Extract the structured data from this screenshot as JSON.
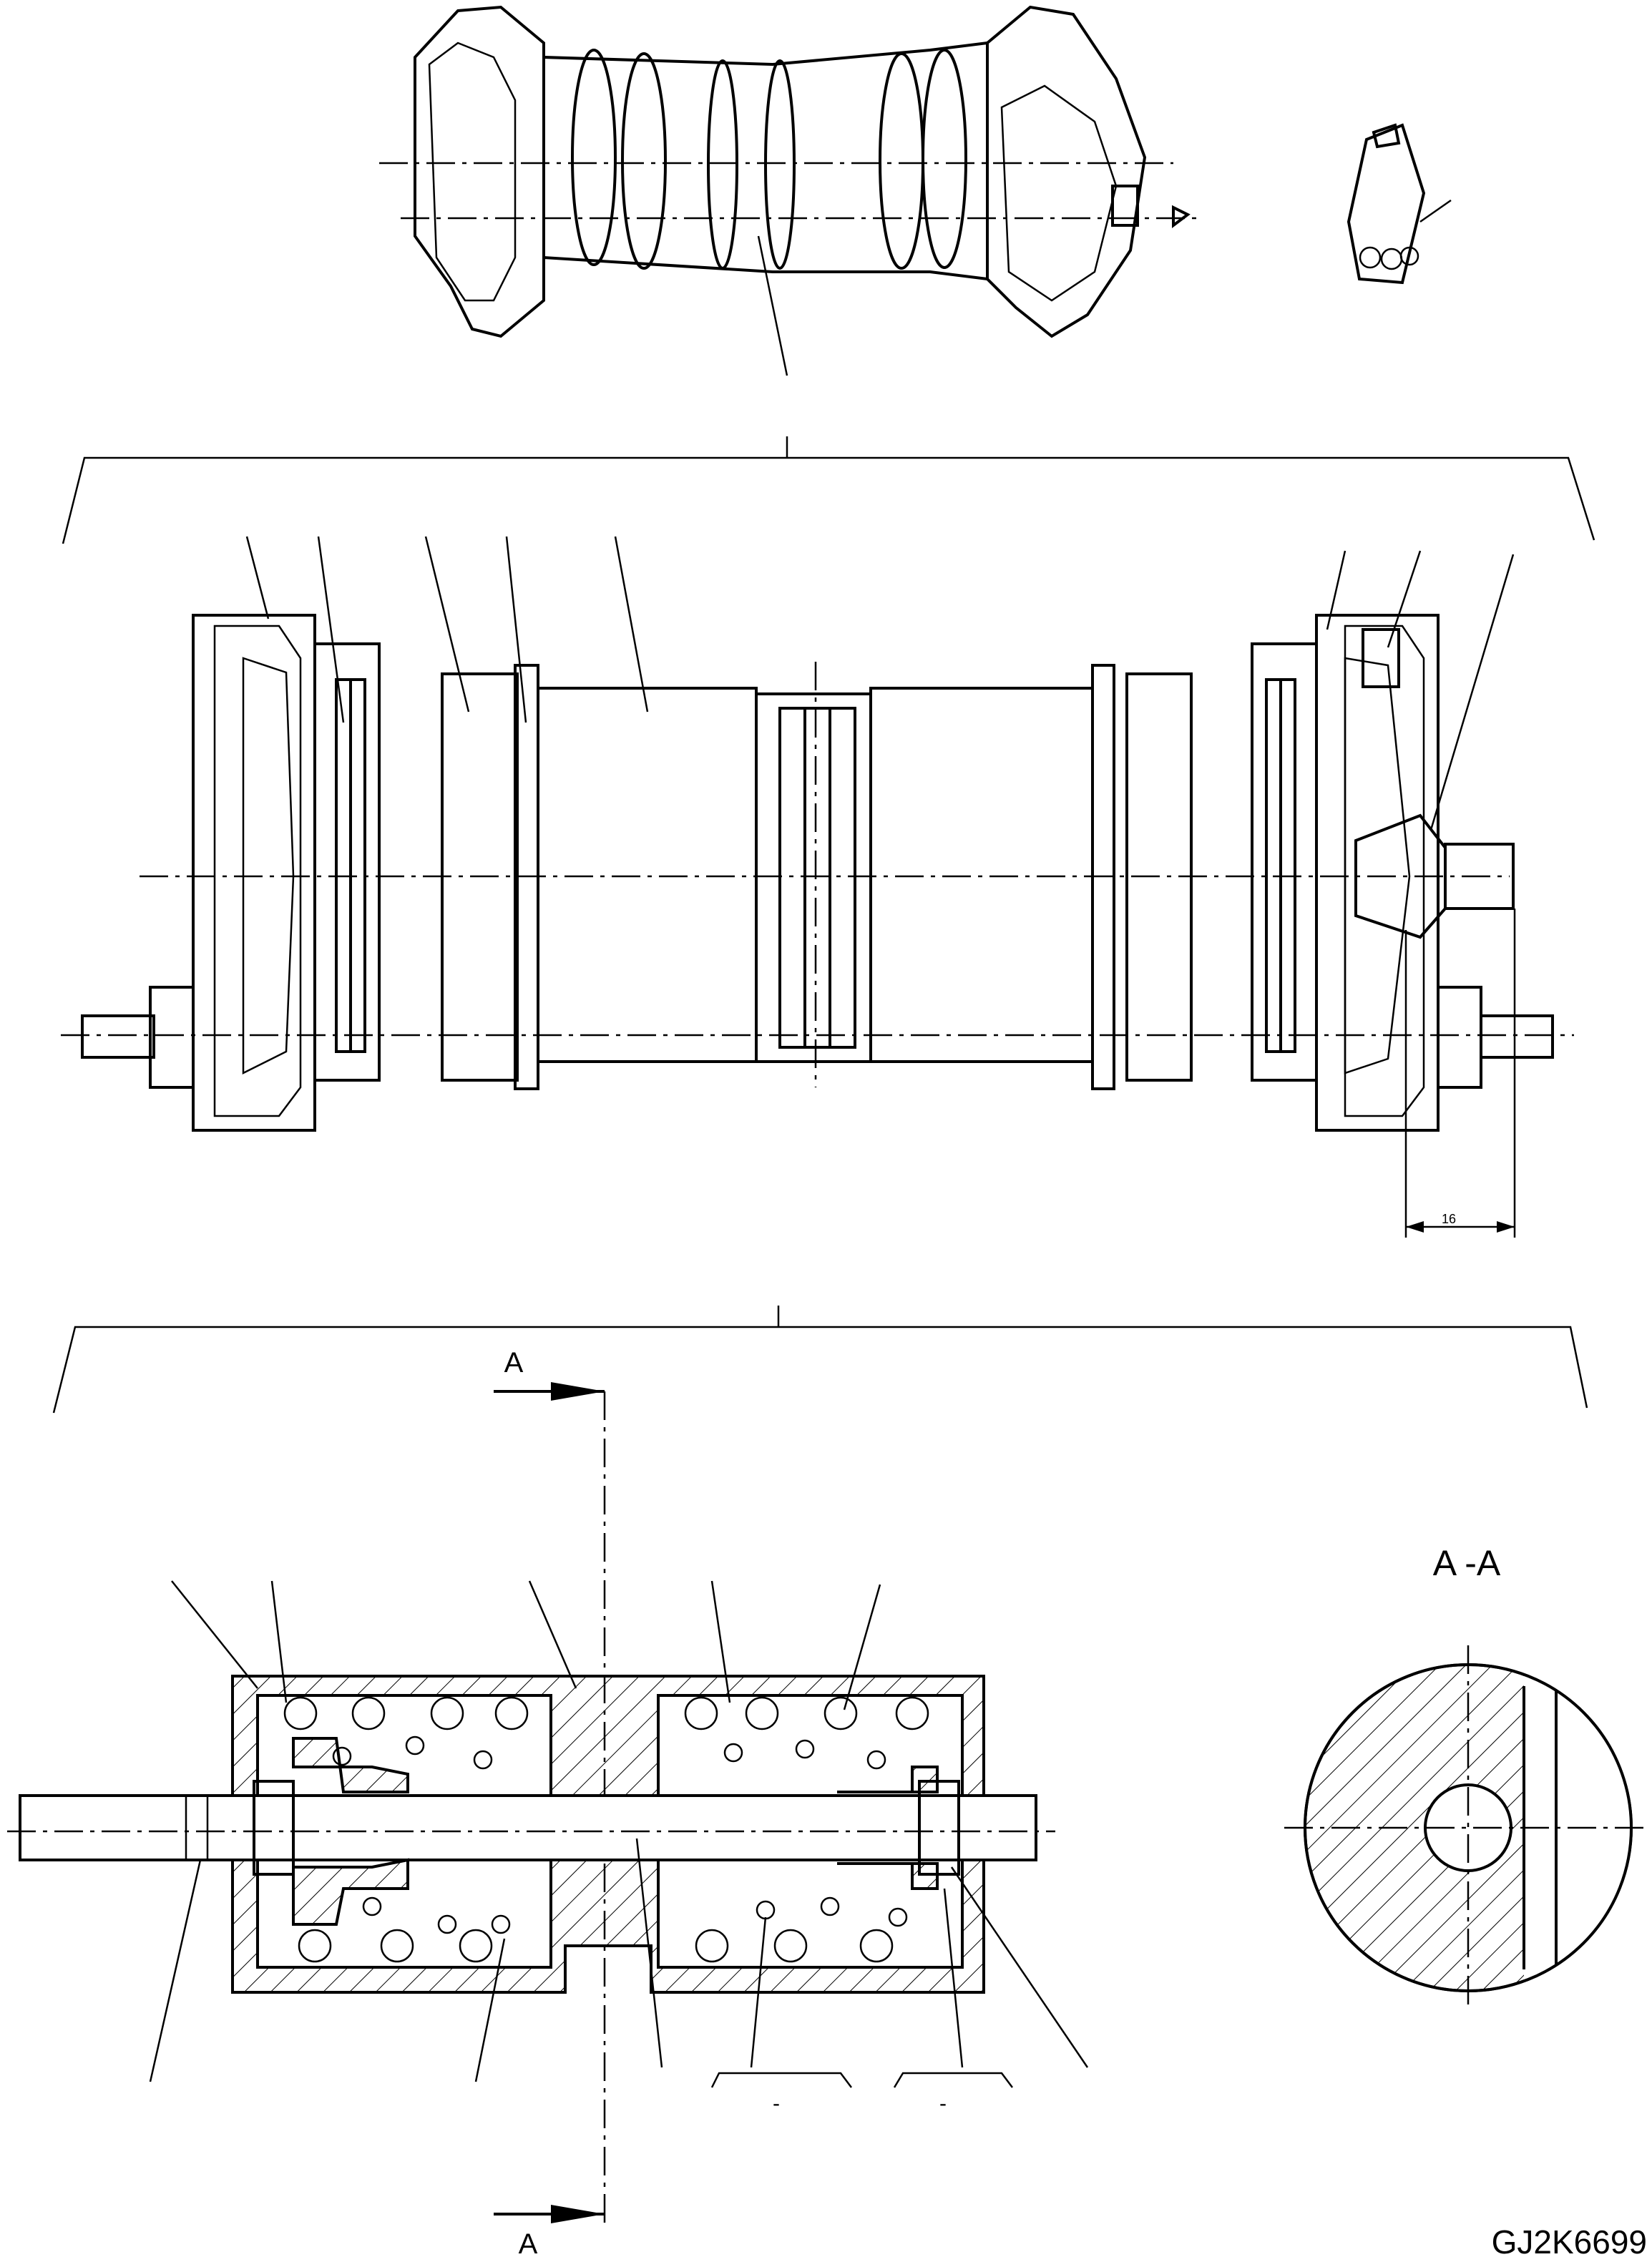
{
  "drawing_code": "GJ2K6699",
  "section_view_title": "A -A",
  "section_markers": {
    "top": "A",
    "bottom": "A"
  },
  "dimension_label": "16",
  "bracket_dash_left": "-",
  "bracket_dash_right": "-"
}
